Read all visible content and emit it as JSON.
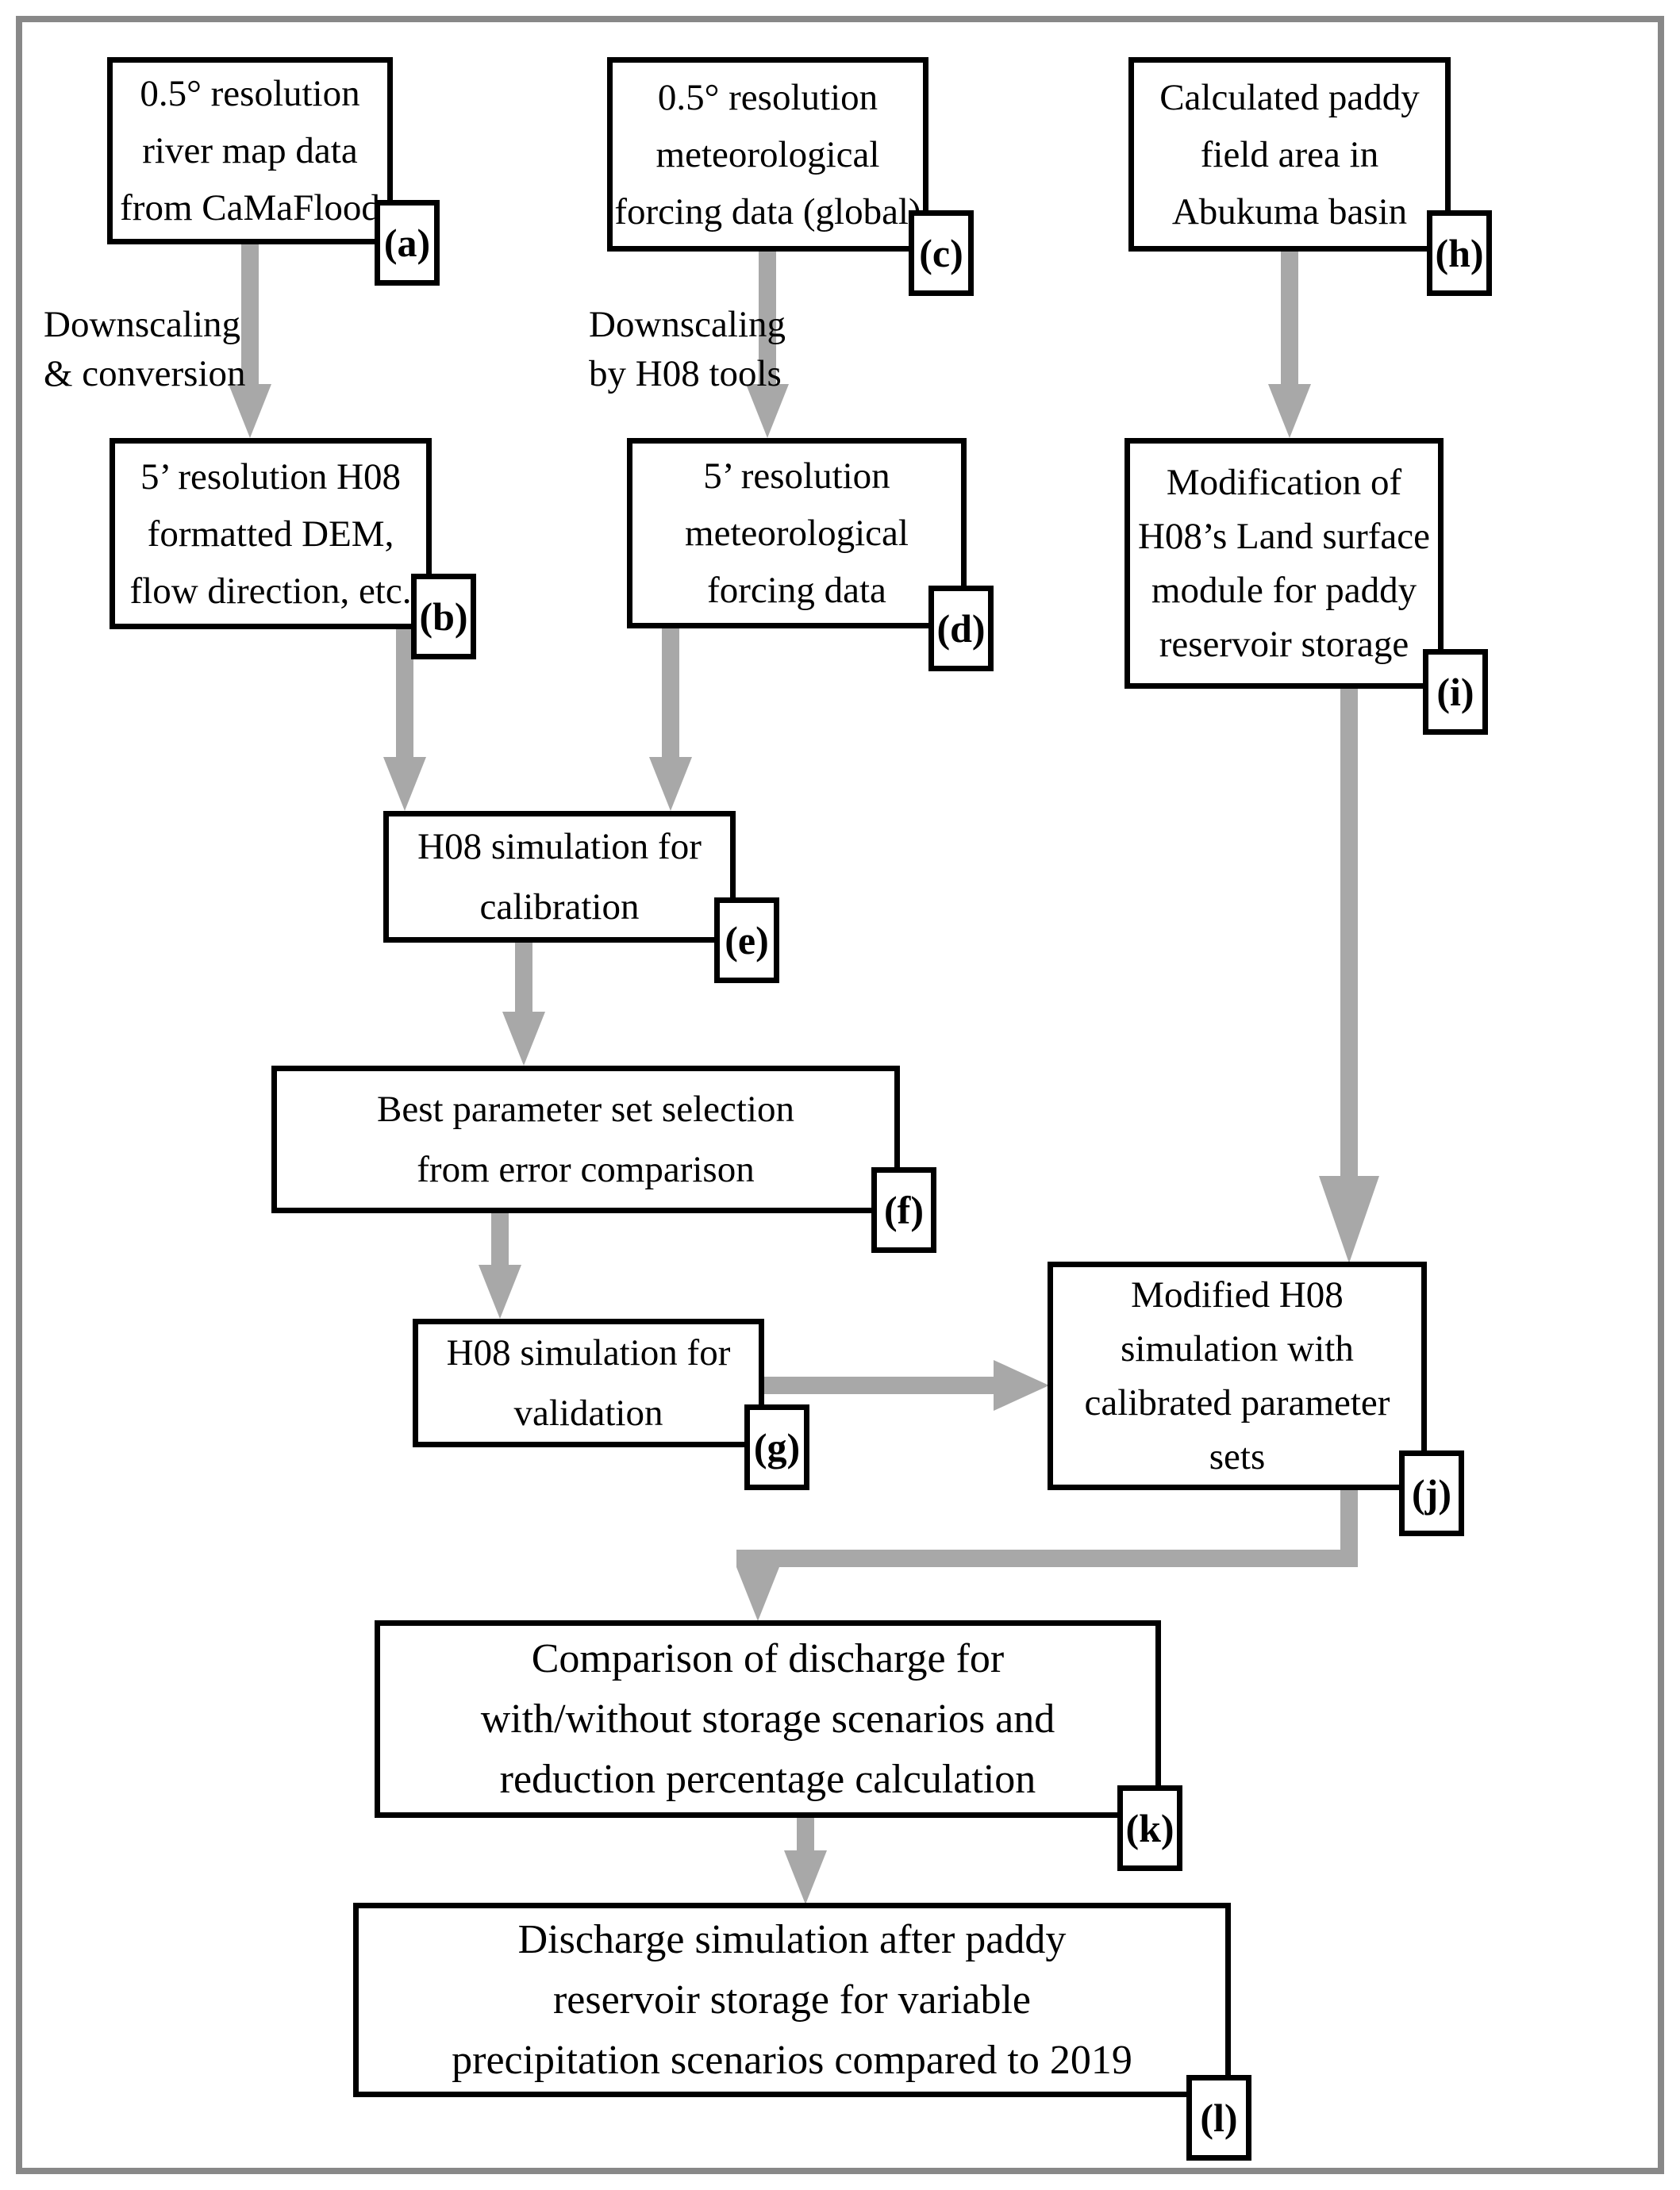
{
  "diagram": {
    "title": "H08 paddy reservoir discharge simulation workflow",
    "colors": {
      "arrow": "#a8a8a8",
      "frame": "#888888",
      "border": "#000000"
    },
    "annotations": {
      "downscaling_conversion": "Downscaling\n& conversion",
      "downscaling_h08": "Downscaling\nby H08 tools"
    },
    "nodes": {
      "a": {
        "tag": "(a)",
        "text": "0.5° resolution\nriver map data\nfrom CaMaFlood"
      },
      "b": {
        "tag": "(b)",
        "text": "5’ resolution H08\nformatted DEM,\nflow direction, etc."
      },
      "c": {
        "tag": "(c)",
        "text": "0.5° resolution\nmeteorological\nforcing data (global)"
      },
      "d": {
        "tag": "(d)",
        "text": "5’ resolution\nmeteorological\nforcing data"
      },
      "e": {
        "tag": "(e)",
        "text": "H08 simulation for\ncalibration"
      },
      "f": {
        "tag": "(f)",
        "text": "Best parameter set selection\nfrom error comparison"
      },
      "g": {
        "tag": "(g)",
        "text": "H08 simulation for\nvalidation"
      },
      "h": {
        "tag": "(h)",
        "text": "Calculated paddy\nfield area in\nAbukuma basin"
      },
      "i": {
        "tag": "(i)",
        "text": "Modification of\nH08’s Land surface\nmodule for paddy\nreservoir storage"
      },
      "j": {
        "tag": "(j)",
        "text": "Modified H08\nsimulation with\ncalibrated parameter\nsets"
      },
      "k": {
        "tag": "(k)",
        "text": "Comparison of discharge for\nwith/without storage scenarios and\nreduction percentage calculation"
      },
      "l": {
        "tag": "(l)",
        "text": "Discharge simulation after paddy\nreservoir storage for variable\nprecipitation scenarios compared to 2019"
      }
    },
    "edges": [
      "a->b",
      "c->d",
      "h->i",
      "b->e",
      "d->e",
      "e->f",
      "f->g",
      "g->j",
      "i->j",
      "j->k",
      "k->l"
    ]
  }
}
